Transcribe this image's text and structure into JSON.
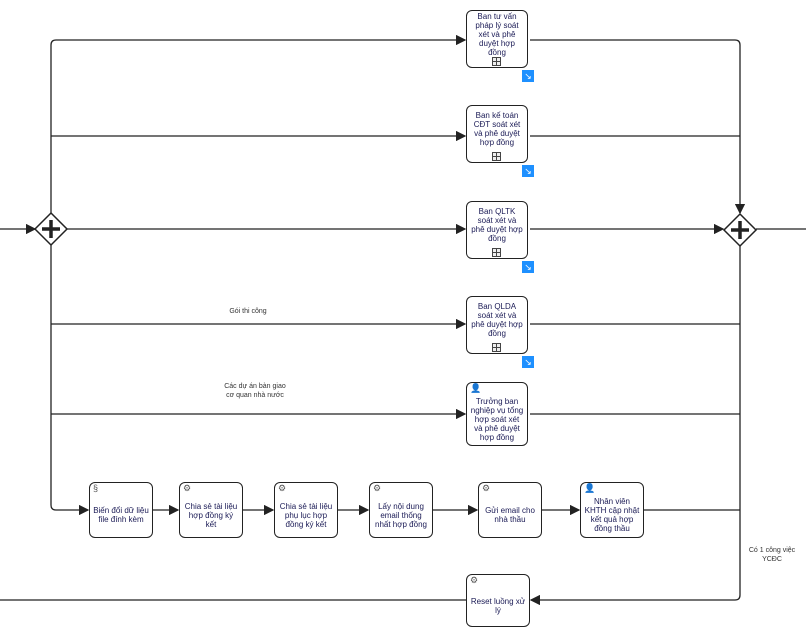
{
  "parallel_tasks": [
    {
      "label": "Ban tư vấn pháp lý soát xét và phê duyệt hợp đồng",
      "type": "subprocess"
    },
    {
      "label": "Ban kế toán CĐT soát xét và phê duyệt hợp đồng",
      "type": "subprocess"
    },
    {
      "label": "Ban QLTK soát xét và phê duyệt hợp đồng",
      "type": "subprocess"
    },
    {
      "label": "Ban QLDA soát xét và phê duyệt hợp đồng",
      "type": "subprocess"
    },
    {
      "label": "Trưởng ban nghiệp vụ tổng hợp soát xét và phê duyệt hợp đồng",
      "type": "user"
    }
  ],
  "sequence_tasks": [
    {
      "label": "Biến đổi dữ liệu file đính kèm",
      "type": "script"
    },
    {
      "label": "Chia sẻ tài liệu hợp đồng ký kết",
      "type": "service"
    },
    {
      "label": "Chia sẻ tài liệu phụ lục hợp đồng ký kết",
      "type": "service"
    },
    {
      "label": "Lấy nội dung email thống nhất hợp đồng",
      "type": "service"
    },
    {
      "label": "Gửi email cho nhà thầu",
      "type": "service"
    },
    {
      "label": "Nhân viên KHTH cập nhật kết quả hợp đồng thầu",
      "type": "user"
    }
  ],
  "reset_task": {
    "label": "Reset luồng xử lý",
    "type": "service"
  },
  "flow_labels": {
    "goi_thi_cong": "Gói thi công",
    "cac_du_an": "Các dự án bàn giao cơ quan nhà nước",
    "co_1_cong_viec": "Có 1 công việc YCĐC"
  },
  "colors": {
    "marker": "#1e90ff",
    "text": "#1a1a55"
  }
}
